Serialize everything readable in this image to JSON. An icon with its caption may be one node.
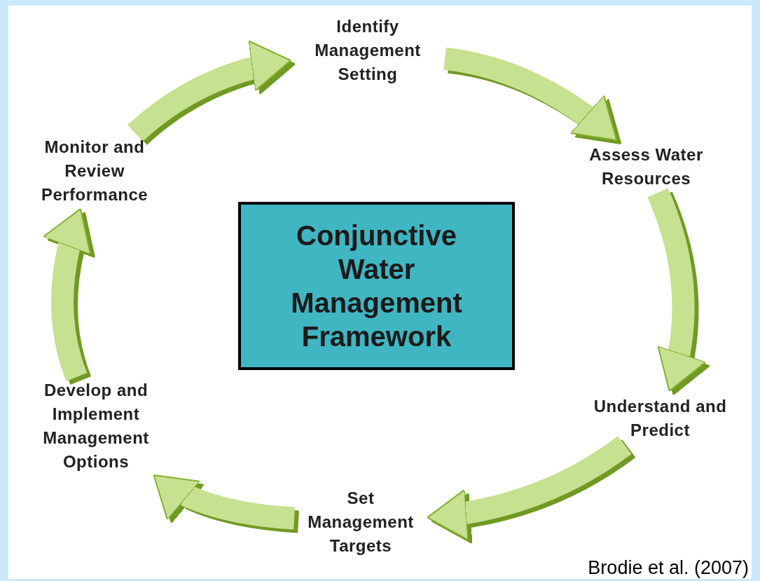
{
  "diagram": {
    "nodes": [
      {
        "text": [
          "Identify Management Setting"
        ]
      },
      {
        "text": [
          "Assess Water Resources"
        ]
      },
      {
        "text": [
          "Understand and Predict"
        ]
      },
      {
        "text": [
          "Set Management Targets"
        ]
      },
      {
        "text": [
          "Develop and Implement Management Options"
        ]
      },
      {
        "text": [
          "Monitor and Review Performance"
        ]
      },
      {
        "text": [
          "Conjunctive Water Management Framework"
        ]
      }
    ],
    "edges": [
      {
        "from": 0,
        "to": 1,
        "arrow": "to"
      },
      {
        "from": 1,
        "to": 2,
        "arrow": "to"
      },
      {
        "from": 2,
        "to": 3,
        "arrow": "to"
      },
      {
        "from": 3,
        "to": 4,
        "arrow": "to"
      },
      {
        "from": 4,
        "to": 5,
        "arrow": "to"
      },
      {
        "from": 5,
        "to": 0,
        "arrow": "to"
      }
    ],
    "labels": [
      "Brodie et al. (2007)"
    ]
  }
}
